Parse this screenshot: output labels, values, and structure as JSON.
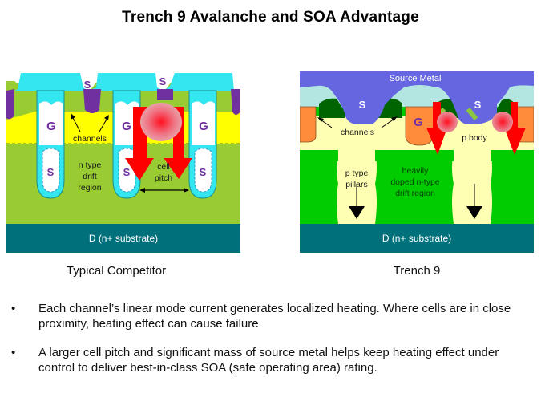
{
  "title": "Trench 9 Avalanche and SOA Advantage",
  "left_diagram": {
    "caption": "Typical Competitor",
    "labels": {
      "source_top_1": "S",
      "source_top_2": "S",
      "gate_1": "G",
      "gate_2": "G",
      "gate_3": "G",
      "shield_1": "S",
      "shield_2": "S",
      "shield_3": "S",
      "channels": "channels",
      "drift_line1": "n type",
      "drift_line2": "drift",
      "drift_line3": "region",
      "pitch_line1": "cell",
      "pitch_line2": "pitch",
      "substrate": "D (n+ substrate)"
    },
    "colors": {
      "source_metal": "#33E6F0",
      "n_drift": "#99CC33",
      "p_body": "#FFFF00",
      "source_implant": "#7030A0",
      "substrate": "#00707A",
      "heat_arrow": "#FF0000"
    }
  },
  "right_diagram": {
    "caption": "Trench 9",
    "labels": {
      "source_metal": "Source Metal",
      "source_1": "S",
      "source_2": "S",
      "gate": "G",
      "channels": "channels",
      "p_body": "p body",
      "pillars_line1": "p type",
      "pillars_line2": "pillars",
      "drift_line1": "heavily",
      "drift_line2": "doped n-type",
      "drift_line3": "drift region",
      "substrate": "D (n+ substrate)"
    },
    "colors": {
      "source_metal": "#6666E0",
      "oxide": "#B3E6E0",
      "gate": "#FF8C3A",
      "n_plus": "#006400",
      "p_body": "#FFFFB3",
      "n_drift": "#00CC00",
      "substrate": "#00707A",
      "heat_arrow": "#FF0000"
    }
  },
  "bullets": [
    "Each channel’s linear mode current  generates localized heating. Where cells are in close proximity, heating effect can cause failure",
    "A larger cell pitch and significant mass of source metal helps keep heating effect under control to deliver best-in-class SOA (safe operating area) rating."
  ],
  "bullet_glyph": "•"
}
